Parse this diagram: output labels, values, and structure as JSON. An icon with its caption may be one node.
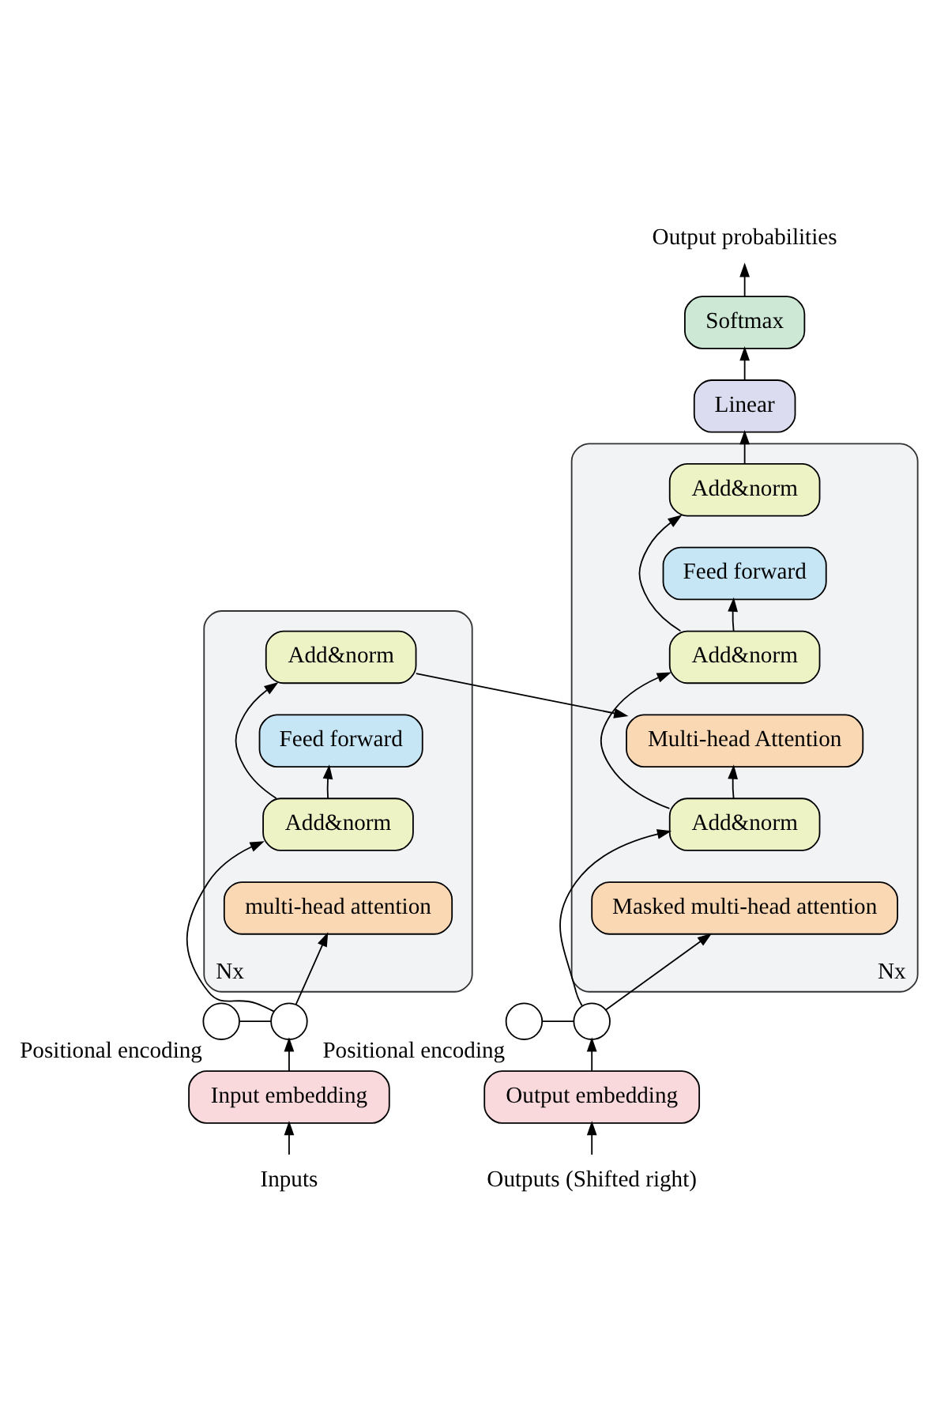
{
  "diagram": {
    "nodes": [
      {
        "text": [
          "Nx"
        ]
      },
      {
        "text": [
          "Add&norm"
        ],
        "in": 0
      },
      {
        "text": [
          "Feed forward"
        ],
        "in": 0
      },
      {
        "text": [
          "Add&norm"
        ],
        "in": 0
      },
      {
        "text": [
          "multi-head attention"
        ],
        "in": 0
      },
      {
        "text": [
          "Nx"
        ]
      },
      {
        "text": [
          "Add&norm"
        ],
        "in": 5
      },
      {
        "text": [
          "Feed forward"
        ],
        "in": 5
      },
      {
        "text": [
          "Add&norm"
        ],
        "in": 5
      },
      {
        "text": [
          "Multi-head Attention"
        ],
        "in": 5
      },
      {
        "text": [
          "Add&norm"
        ],
        "in": 5
      },
      {
        "text": [
          "Masked multi-head attention"
        ],
        "in": 5
      },
      {
        "text": [
          "Linear"
        ]
      },
      {
        "text": [
          "Softmax"
        ]
      },
      {
        "text": [
          "Output probabilities"
        ]
      },
      {
        "text": [
          "Input embedding"
        ]
      },
      {
        "text": [
          "Output embedding"
        ]
      },
      {
        "text": [
          "Inputs"
        ]
      },
      {
        "text": [
          "Outputs (Shifted right)"
        ]
      },
      {
        "text": [],
        "shape": "circle"
      },
      {
        "text": [],
        "shape": "circle",
        "beside": [
          "Positional encoding"
        ]
      },
      {
        "text": [],
        "shape": "circle"
      },
      {
        "text": [],
        "shape": "circle",
        "beside": [
          "Positional encoding"
        ]
      }
    ],
    "edges": [
      {
        "from": 17,
        "to": 15,
        "arrow": "to"
      },
      {
        "from": 15,
        "to": 19,
        "arrow": "to"
      },
      {
        "from": 20,
        "to": 19,
        "arrow": "none"
      },
      {
        "from": 19,
        "to": 4,
        "arrow": "to"
      },
      {
        "from": 19,
        "to": 3,
        "arrow": "to"
      },
      {
        "from": 3,
        "to": 2,
        "arrow": "to"
      },
      {
        "from": 3,
        "to": 1,
        "arrow": "to"
      },
      {
        "from": 1,
        "to": 9,
        "arrow": "to"
      },
      {
        "from": 18,
        "to": 16,
        "arrow": "to"
      },
      {
        "from": 16,
        "to": 21,
        "arrow": "to"
      },
      {
        "from": 22,
        "to": 21,
        "arrow": "none"
      },
      {
        "from": 21,
        "to": 11,
        "arrow": "to"
      },
      {
        "from": 21,
        "to": 10,
        "arrow": "to"
      },
      {
        "from": 10,
        "to": 9,
        "arrow": "to"
      },
      {
        "from": 10,
        "to": 8,
        "arrow": "to"
      },
      {
        "from": 8,
        "to": 7,
        "arrow": "to"
      },
      {
        "from": 8,
        "to": 6,
        "arrow": "to"
      },
      {
        "from": 6,
        "to": 12,
        "arrow": "to"
      },
      {
        "from": 12,
        "to": 13,
        "arrow": "to"
      },
      {
        "from": 13,
        "to": 14,
        "arrow": "to"
      }
    ]
  }
}
